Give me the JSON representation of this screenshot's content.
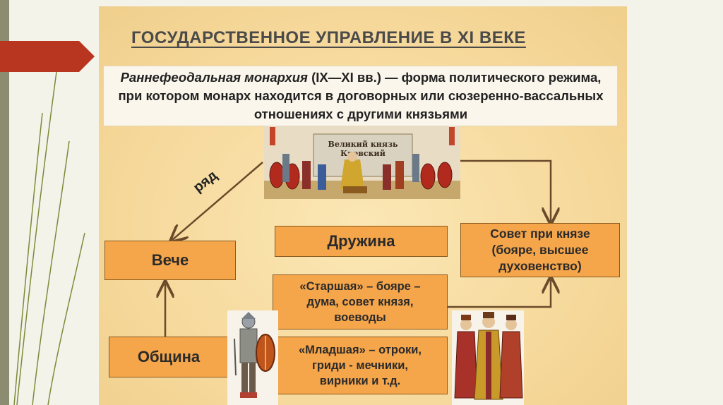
{
  "slide": {
    "title": "ГОСУДАРСТВЕННОЕ УПРАВЛЕНИЕ В XI ВЕКЕ",
    "definition": {
      "term": "Раннефеодальная монархия",
      "rest": " (IX—XI вв.) — форма политического режима, при котором монарх находится в договорных или сюзеренно-вассальных отношениях с другими князьями"
    }
  },
  "diagram": {
    "prince_caption_line1": "Великий князь",
    "prince_caption_line2": "Киевский",
    "arrow_label": "ряд",
    "veche": "Вече",
    "obshchina": "Община",
    "druzhina": "Дружина",
    "sovet": {
      "line1": "Совет при князе",
      "line2": "(бояре, высшее",
      "line3": "духовенство)"
    },
    "starshaya": {
      "line1": "«Старшая» – бояре –",
      "line2": "дума, совет князя,",
      "line3": "воеводы"
    },
    "mladshaya": {
      "line1": "«Младшая» – отроки,",
      "line2": "гриди - мечники,",
      "line3": "вирники и т.д."
    }
  },
  "colors": {
    "box_fill": "#f5a54a",
    "box_border": "#8a5a1e",
    "arrow": "#6b4a2a",
    "accent_red": "#b8351f",
    "slide_bg": "#f6d99c"
  },
  "icons": [
    "prince-illustration",
    "warrior-illustration",
    "boyars-illustration"
  ]
}
